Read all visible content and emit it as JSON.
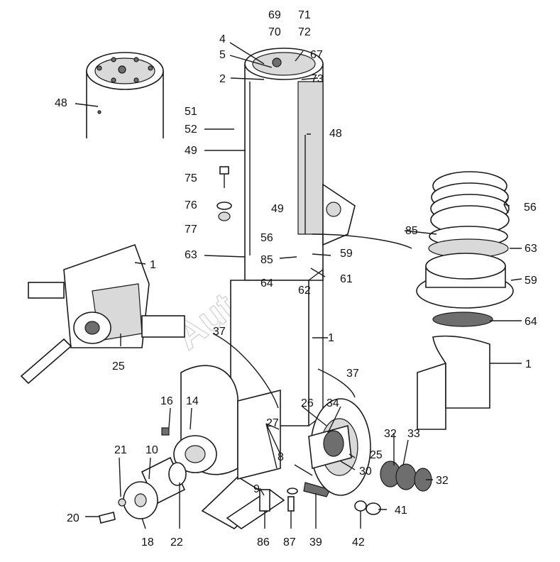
{
  "watermark": "AutoSoft",
  "callouts": [
    {
      "id": "c69",
      "text": "69"
    },
    {
      "id": "c71",
      "text": "71"
    },
    {
      "id": "c70",
      "text": "70"
    },
    {
      "id": "c72",
      "text": "72"
    },
    {
      "id": "c4",
      "text": "4"
    },
    {
      "id": "c5",
      "text": "5"
    },
    {
      "id": "c67",
      "text": "67"
    },
    {
      "id": "c2",
      "text": "2"
    },
    {
      "id": "c73",
      "text": "73"
    },
    {
      "id": "c48a",
      "text": "48"
    },
    {
      "id": "c51",
      "text": "51"
    },
    {
      "id": "c52",
      "text": "52"
    },
    {
      "id": "c48b",
      "text": "48"
    },
    {
      "id": "c49a",
      "text": "49"
    },
    {
      "id": "c75",
      "text": "75"
    },
    {
      "id": "c76",
      "text": "76"
    },
    {
      "id": "c49b",
      "text": "49"
    },
    {
      "id": "c77",
      "text": "77"
    },
    {
      "id": "c56a",
      "text": "56"
    },
    {
      "id": "c56b",
      "text": "56"
    },
    {
      "id": "c85a",
      "text": "85"
    },
    {
      "id": "c63a",
      "text": "63"
    },
    {
      "id": "c85b",
      "text": "85"
    },
    {
      "id": "c59a",
      "text": "59"
    },
    {
      "id": "c63b",
      "text": "63"
    },
    {
      "id": "c1a",
      "text": "1"
    },
    {
      "id": "c61",
      "text": "61"
    },
    {
      "id": "c59b",
      "text": "59"
    },
    {
      "id": "c64a",
      "text": "64"
    },
    {
      "id": "c62",
      "text": "62"
    },
    {
      "id": "c64b",
      "text": "64"
    },
    {
      "id": "c37a",
      "text": "37"
    },
    {
      "id": "c1b",
      "text": "1"
    },
    {
      "id": "c25a",
      "text": "25"
    },
    {
      "id": "c1c",
      "text": "1"
    },
    {
      "id": "c37b",
      "text": "37"
    },
    {
      "id": "c16",
      "text": "16"
    },
    {
      "id": "c14",
      "text": "14"
    },
    {
      "id": "c26",
      "text": "26"
    },
    {
      "id": "c34",
      "text": "34"
    },
    {
      "id": "c27",
      "text": "27"
    },
    {
      "id": "c32a",
      "text": "32"
    },
    {
      "id": "c33",
      "text": "33"
    },
    {
      "id": "c21",
      "text": "21"
    },
    {
      "id": "c10",
      "text": "10"
    },
    {
      "id": "c8",
      "text": "8"
    },
    {
      "id": "c25b",
      "text": "25"
    },
    {
      "id": "c30",
      "text": "30"
    },
    {
      "id": "c32b",
      "text": "32"
    },
    {
      "id": "c9",
      "text": "9"
    },
    {
      "id": "c41",
      "text": "41"
    },
    {
      "id": "c20",
      "text": "20"
    },
    {
      "id": "c18",
      "text": "18"
    },
    {
      "id": "c22",
      "text": "22"
    },
    {
      "id": "c86",
      "text": "86"
    },
    {
      "id": "c87",
      "text": "87"
    },
    {
      "id": "c39",
      "text": "39"
    },
    {
      "id": "c42",
      "text": "42"
    }
  ]
}
